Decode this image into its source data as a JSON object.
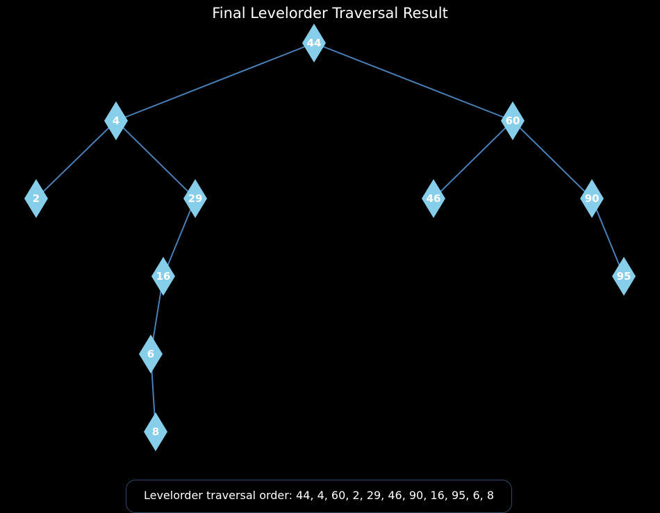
{
  "title": "Final Levelorder Traversal Result",
  "colors": {
    "background": "#000000",
    "node_fill": "#87ceeb",
    "edge": "#4a7fb5",
    "label": "#ffffff"
  },
  "node_shape": "diamond",
  "tree": {
    "nodes": [
      {
        "id": "n44",
        "label": "44"
      },
      {
        "id": "n4",
        "label": "4"
      },
      {
        "id": "n60",
        "label": "60"
      },
      {
        "id": "n2",
        "label": "2"
      },
      {
        "id": "n29",
        "label": "29"
      },
      {
        "id": "n46",
        "label": "46"
      },
      {
        "id": "n90",
        "label": "90"
      },
      {
        "id": "n16",
        "label": "16"
      },
      {
        "id": "n95",
        "label": "95"
      },
      {
        "id": "n6",
        "label": "6"
      },
      {
        "id": "n8",
        "label": "8"
      }
    ],
    "edges": [
      {
        "from": "n44",
        "to": "n4"
      },
      {
        "from": "n44",
        "to": "n60"
      },
      {
        "from": "n4",
        "to": "n2"
      },
      {
        "from": "n4",
        "to": "n29"
      },
      {
        "from": "n60",
        "to": "n46"
      },
      {
        "from": "n60",
        "to": "n90"
      },
      {
        "from": "n29",
        "to": "n16"
      },
      {
        "from": "n90",
        "to": "n95"
      },
      {
        "from": "n16",
        "to": "n6"
      },
      {
        "from": "n6",
        "to": "n8"
      }
    ]
  },
  "result_text": "Levelorder traversal order: 44, 4, 60, 2, 29, 46, 90, 16, 95, 6, 8"
}
